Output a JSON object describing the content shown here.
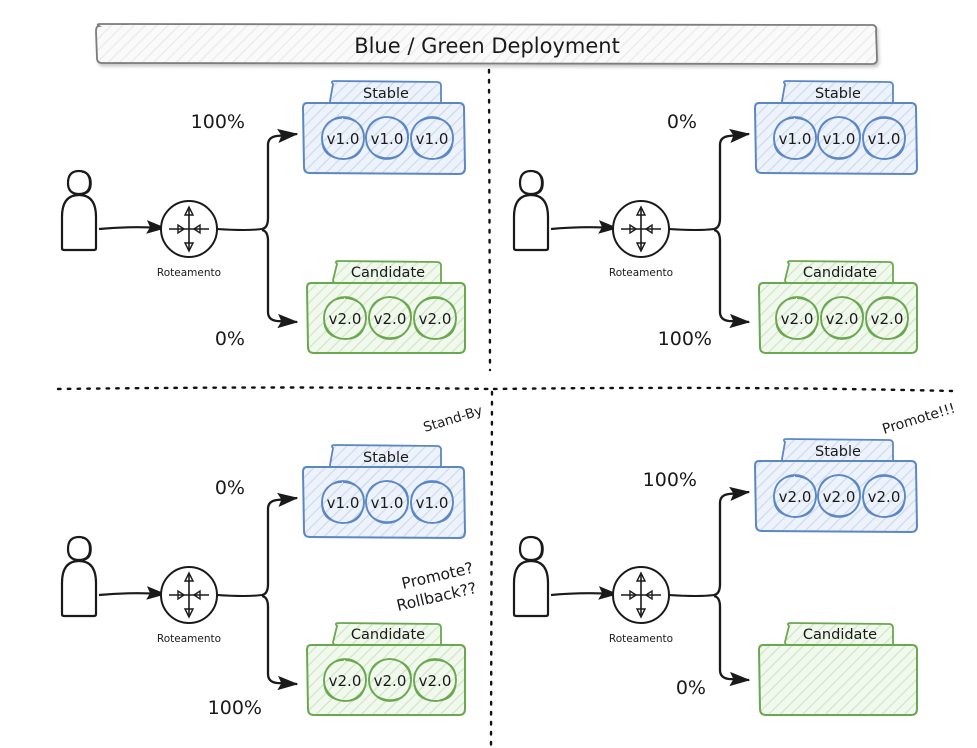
{
  "title": {
    "text": "Blue / Green Deployment"
  },
  "labels": {
    "router": "Roteamento",
    "stable": "Stable",
    "candidate": "Candidate",
    "v1": "v1.0",
    "v2": "v2.0",
    "pct_100": "100%",
    "pct_0": "0%",
    "standby": "Stand-By",
    "promote_question": "Promote?",
    "rollback_question": "Rollback??",
    "promote_exclaim": "Promote!!!"
  },
  "colors": {
    "blue_stroke": "#5b87c7",
    "blue_fill": "#eef3fb",
    "green_stroke": "#6aa84f",
    "green_fill": "#eef6ea",
    "ink": "#1a1a1a",
    "title_fill": "#f7f7f7",
    "title_stroke": "#7a7a7a"
  },
  "quadrants": [
    {
      "id": "q1",
      "name": "top-left",
      "stable": {
        "label": "Stable",
        "pct": "100%",
        "instances": [
          "v1.0",
          "v1.0",
          "v1.0"
        ]
      },
      "candidate": {
        "label": "Candidate",
        "pct": "0%",
        "instances": [
          "v2.0",
          "v2.0",
          "v2.0"
        ]
      },
      "annotations": []
    },
    {
      "id": "q2",
      "name": "top-right",
      "stable": {
        "label": "Stable",
        "pct": "0%",
        "instances": [
          "v1.0",
          "v1.0",
          "v1.0"
        ]
      },
      "candidate": {
        "label": "Candidate",
        "pct": "100%",
        "instances": [
          "v2.0",
          "v2.0",
          "v2.0"
        ]
      },
      "annotations": []
    },
    {
      "id": "q3",
      "name": "bottom-left",
      "stable": {
        "label": "Stable",
        "pct": "0%",
        "instances": [
          "v1.0",
          "v1.0",
          "v1.0"
        ]
      },
      "candidate": {
        "label": "Candidate",
        "pct": "100%",
        "instances": [
          "v2.0",
          "v2.0",
          "v2.0"
        ]
      },
      "annotations": [
        "Stand-By",
        "Promote?",
        "Rollback??"
      ]
    },
    {
      "id": "q4",
      "name": "bottom-right",
      "stable": {
        "label": "Stable",
        "pct": "100%",
        "instances": [
          "v2.0",
          "v2.0",
          "v2.0"
        ]
      },
      "candidate": {
        "label": "Candidate",
        "pct": "0%",
        "instances": []
      },
      "annotations": [
        "Promote!!!"
      ]
    }
  ]
}
